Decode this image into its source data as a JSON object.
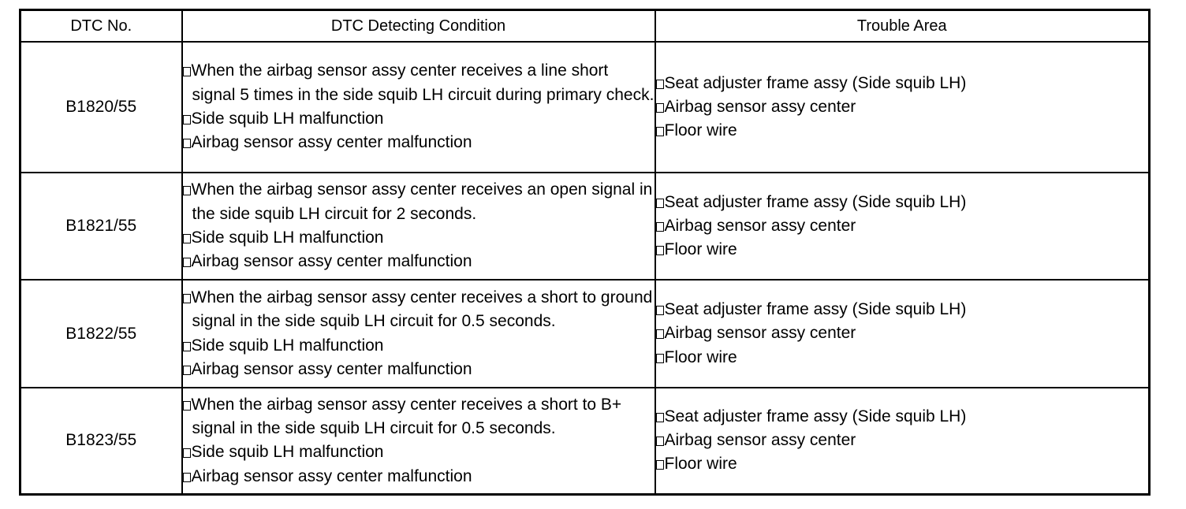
{
  "headers": {
    "dtc_no": "DTC No.",
    "condition": "DTC Detecting Condition",
    "trouble_area": "Trouble Area"
  },
  "rows": [
    {
      "code": "B1820/55",
      "conditions": [
        "When the airbag sensor assy center receives a line short signal 5 times in the side squib LH circuit during primary check.",
        "Side squib LH malfunction",
        "Airbag sensor assy center malfunction"
      ],
      "areas": [
        "Seat adjuster frame assy (Side squib LH)",
        "Airbag sensor assy center",
        "Floor wire"
      ]
    },
    {
      "code": "B1821/55",
      "conditions": [
        "When the airbag sensor assy center receives an open signal in the side squib LH circuit for 2 seconds.",
        "Side squib LH malfunction",
        "Airbag sensor assy center malfunction"
      ],
      "areas": [
        "Seat adjuster frame assy (Side squib LH)",
        "Airbag sensor assy center",
        "Floor wire"
      ]
    },
    {
      "code": "B1822/55",
      "conditions": [
        "When the airbag sensor assy center receives a short to ground signal in the side squib LH circuit for 0.5 seconds.",
        "Side squib LH malfunction",
        "Airbag sensor assy center malfunction"
      ],
      "areas": [
        "Seat adjuster frame assy (Side squib LH)",
        "Airbag sensor assy center",
        "Floor wire"
      ]
    },
    {
      "code": "B1823/55",
      "conditions": [
        "When the airbag sensor assy center receives a short to B+ signal in the side squib LH circuit for 0.5 seconds.",
        "Side squib LH malfunction",
        "Airbag sensor assy center malfunction"
      ],
      "areas": [
        "Seat adjuster frame assy (Side squib LH)",
        "Airbag sensor assy center",
        "Floor wire"
      ]
    }
  ]
}
